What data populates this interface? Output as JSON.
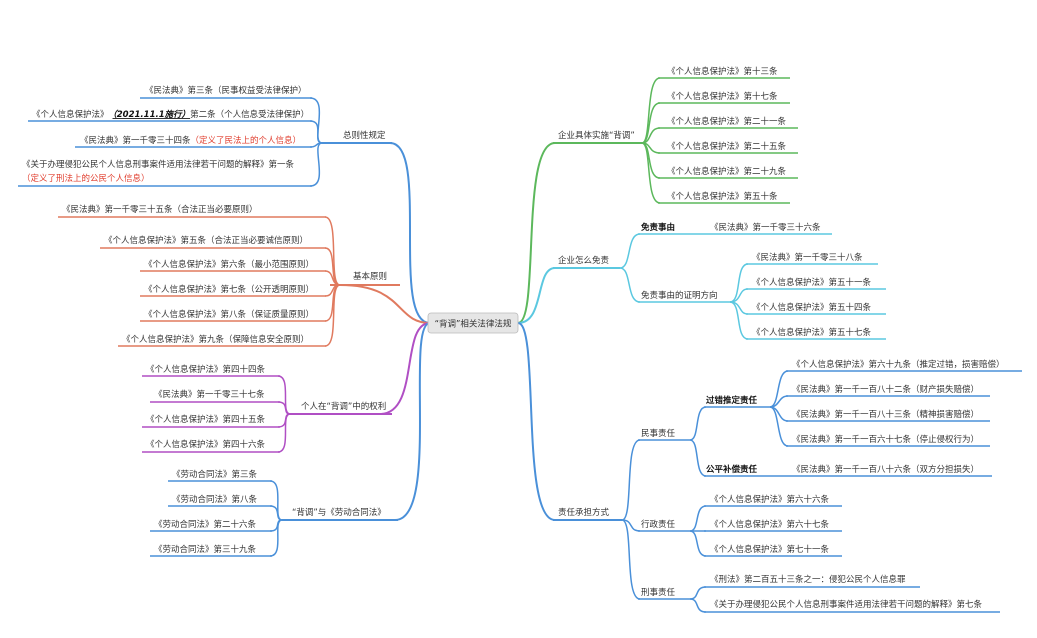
{
  "center": "“背调”相关法律法规",
  "colors": {
    "blue": "#4a90d9",
    "green": "#5cb85c",
    "cyan": "#5bc8e0",
    "orange": "#e07a5f",
    "purple": "#b04fc4",
    "red_text": "#e03c2c"
  },
  "left": {
    "general": {
      "label": "总则性规定",
      "items": [
        "《民法典》第三条（民事权益受法律保护）",
        "《个人信息保护法》",
        "（2021.11.1施行）",
        "第二条（个人信息受法律保护）",
        "《民法典》第一千零三十四条",
        "（定义了民法上的个人信息）",
        "《关于办理侵犯公民个人信息刑事案件适用法律若干问题的解释》第一条",
        "（定义了刑法上的公民个人信息）"
      ]
    },
    "principles": {
      "label": "基本原则",
      "items": [
        "《民法典》第一千零三十五条（合法正当必要原则）",
        "《个人信息保护法》第五条（合法正当必要诚信原则）",
        "《个人信息保护法》第六条（最小范围原则）",
        "《个人信息保护法》第七条（公开透明原则）",
        "《个人信息保护法》第八条（保证质量原则）",
        "《个人信息保护法》第九条（保障信息安全原则）"
      ]
    },
    "rights": {
      "label": "个人在“背调”中的权利",
      "items": [
        "《个人信息保护法》第四十四条",
        "《民法典》第一千零三十七条",
        "《个人信息保护法》第四十五条",
        "《个人信息保护法》第四十六条"
      ]
    },
    "labor": {
      "label": "“背调”与《劳动合同法》",
      "items": [
        "《劳动合同法》第三条",
        "《劳动合同法》第八条",
        "《劳动合同法》第二十六条",
        "《劳动合同法》第三十九条"
      ]
    }
  },
  "right": {
    "implement": {
      "label": "企业具体实施“背调”",
      "items": [
        "《个人信息保护法》第十三条",
        "《个人信息保护法》第十七条",
        "《个人信息保护法》第二十一条",
        "《个人信息保护法》第二十五条",
        "《个人信息保护法》第二十九条",
        "《个人信息保护法》第五十条"
      ]
    },
    "exempt": {
      "label": "企业怎么免责",
      "reason_label": "免责事由",
      "reason_item": "《民法典》第一千零三十六条",
      "proof_label": "免责事由的证明方向",
      "proof_items": [
        "《民法典》第一千零三十八条",
        "《个人信息保护法》第五十一条",
        "《个人信息保护法》第五十四条",
        "《个人信息保护法》第五十七条"
      ]
    },
    "liability": {
      "label": "责任承担方式",
      "civil": {
        "label": "民事责任",
        "fault_label": "过错推定责任",
        "fault_items": [
          "《个人信息保护法》第六十九条（推定过错，损害赔偿）",
          "《民法典》第一千一百八十二条（财产损失赔偿）",
          "《民法典》第一千一百八十三条（精神损害赔偿）",
          "《民法典》第一千一百六十七条（停止侵权行为）"
        ],
        "fair_label": "公平补偿责任",
        "fair_item": "《民法典》第一千一百八十六条（双方分担损失）"
      },
      "admin": {
        "label": "行政责任",
        "items": [
          "《个人信息保护法》第六十六条",
          "《个人信息保护法》第六十七条",
          "《个人信息保护法》第七十一条"
        ]
      },
      "criminal": {
        "label": "刑事责任",
        "items": [
          "《刑法》第二百五十三条之一：侵犯公民个人信息罪",
          "《关于办理侵犯公民个人信息刑事案件适用法律若干问题的解释》第七条"
        ]
      }
    }
  }
}
